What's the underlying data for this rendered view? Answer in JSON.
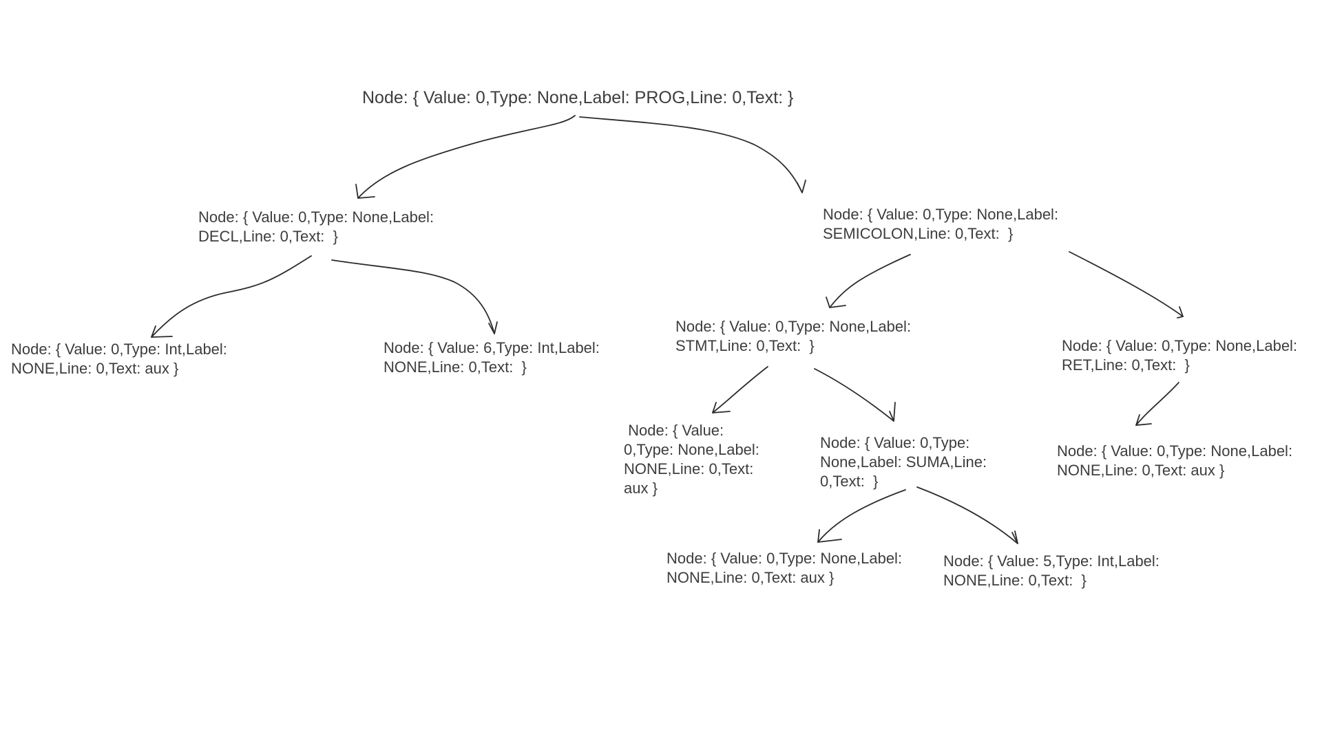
{
  "nodes": {
    "prog": "Node: { Value: 0,Type: None,Label: PROG,Line: 0,Text:  }",
    "decl": "Node: { Value: 0,Type: None,Label:\nDECL,Line: 0,Text:  }",
    "decl_left": "Node: { Value: 0,Type: Int,Label:\nNONE,Line: 0,Text: aux }",
    "decl_right": "Node: { Value: 6,Type: Int,Label:\nNONE,Line: 0,Text:  }",
    "semicolon": "Node: { Value: 0,Type: None,Label:\nSEMICOLON,Line: 0,Text:  }",
    "stmt": "Node: { Value: 0,Type: None,Label:\nSTMT,Line: 0,Text:  }",
    "stmt_left": " Node: { Value:\n0,Type: None,Label:\nNONE,Line: 0,Text:\naux }",
    "suma": "Node: { Value: 0,Type:\nNone,Label: SUMA,Line:\n0,Text:  }",
    "suma_left": "Node: { Value: 0,Type: None,Label:\nNONE,Line: 0,Text: aux }",
    "suma_right": "Node: { Value: 5,Type: Int,Label:\nNONE,Line: 0,Text:  }",
    "ret": "Node: { Value: 0,Type: None,Label:\nRET,Line: 0,Text:  }",
    "ret_child": "Node: { Value: 0,Type: None,Label:\nNONE,Line: 0,Text: aux }"
  }
}
